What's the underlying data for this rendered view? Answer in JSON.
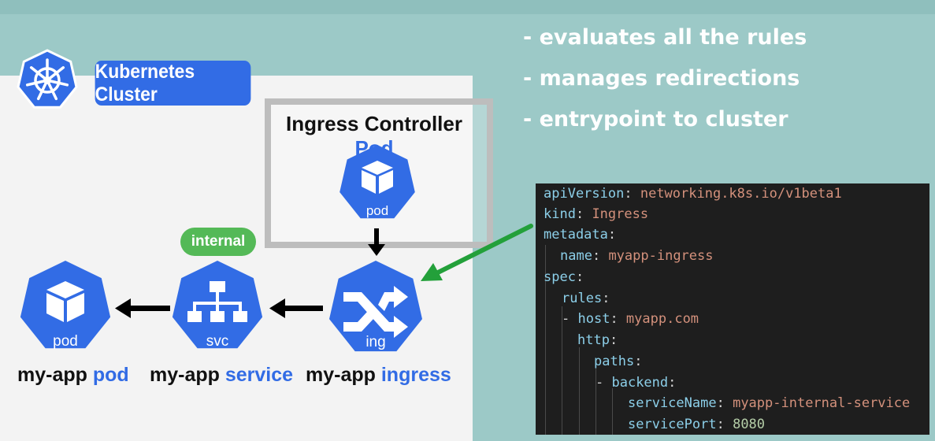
{
  "cluster": {
    "label": "Kubernetes Cluster",
    "internal_badge": "internal"
  },
  "ingress_controller": {
    "title": "Ingress Controller",
    "title_accent": "Pod",
    "icon_label": "pod"
  },
  "nodes": {
    "pod": {
      "icon_label": "pod",
      "caption": "my-app",
      "caption_accent": "pod"
    },
    "service": {
      "icon_label": "svc",
      "caption": "my-app",
      "caption_accent": "service"
    },
    "ingress": {
      "icon_label": "ing",
      "caption": "my-app",
      "caption_accent": "ingress"
    }
  },
  "bullets": [
    "- evaluates all the rules",
    "- manages redirections",
    "- entrypoint to cluster"
  ],
  "yaml": {
    "apiVersion_key": "apiVersion",
    "apiVersion_val": "networking.k8s.io/v1beta1",
    "kind_key": "kind",
    "kind_val": "Ingress",
    "metadata_key": "metadata",
    "name_key": "name",
    "name_val": "myapp-ingress",
    "spec_key": "spec",
    "rules_key": "rules",
    "host_key": "host",
    "host_val": "myapp.com",
    "http_key": "http",
    "paths_key": "paths",
    "backend_key": "backend",
    "serviceName_key": "serviceName",
    "serviceName_val": "myapp-internal-service",
    "servicePort_key": "servicePort",
    "servicePort_val": "8080"
  },
  "colors": {
    "background": "#9cc9c7",
    "k8s_blue": "#326ce5",
    "internal_green": "#54b957",
    "arrow_green": "#23a03a",
    "code_bg": "#1e1e1e"
  }
}
